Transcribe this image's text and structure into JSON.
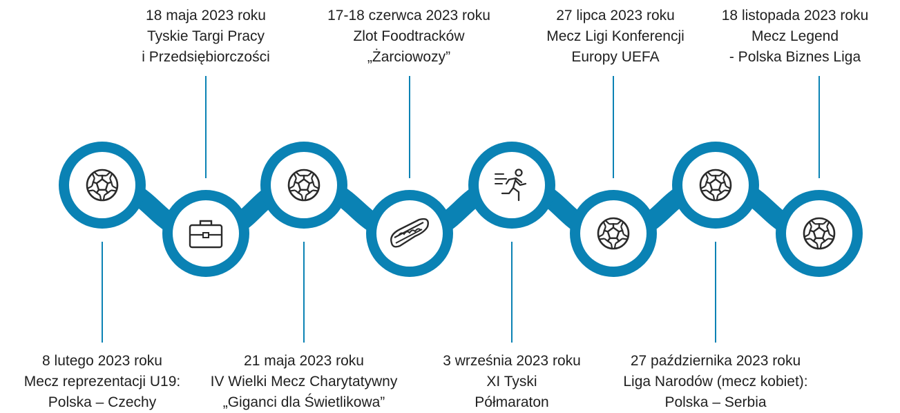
{
  "colors": {
    "accent": "#0a82b4",
    "node_fill": "#ffffff",
    "icon": "#2a2a2a",
    "text": "#1f1f1f",
    "background": "#ffffff"
  },
  "events": [
    {
      "icon": "soccer-ball",
      "lines": [
        "8 lutego 2023 roku",
        "Mecz reprezentacji U19:",
        "Polska – Czechy"
      ]
    },
    {
      "icon": "briefcase",
      "lines": [
        "18 maja 2023 roku",
        "Tyskie Targi Pracy",
        "i Przedsiębiorczości"
      ]
    },
    {
      "icon": "soccer-ball",
      "lines": [
        "21 maja 2023 roku",
        "IV Wielki Mecz Charytatywny",
        "„Giganci dla Świetlikowa”"
      ]
    },
    {
      "icon": "hot-dog",
      "lines": [
        "17-18 czerwca 2023 roku",
        "Zlot Foodtracków",
        "„Żarciowozy”"
      ]
    },
    {
      "icon": "runner",
      "lines": [
        "3 września 2023 roku",
        "XI Tyski",
        "Półmaraton"
      ]
    },
    {
      "icon": "soccer-ball",
      "lines": [
        "27 lipca 2023 roku",
        "Mecz Ligi Konferencji",
        "Europy UEFA"
      ]
    },
    {
      "icon": "soccer-ball",
      "lines": [
        "27 października 2023 roku",
        "Liga Narodów (mecz kobiet):",
        "Polska – Serbia"
      ]
    },
    {
      "icon": "soccer-ball",
      "lines": [
        "18 listopada 2023 roku",
        "Mecz Legend",
        "- Polska Biznes Liga"
      ]
    }
  ]
}
